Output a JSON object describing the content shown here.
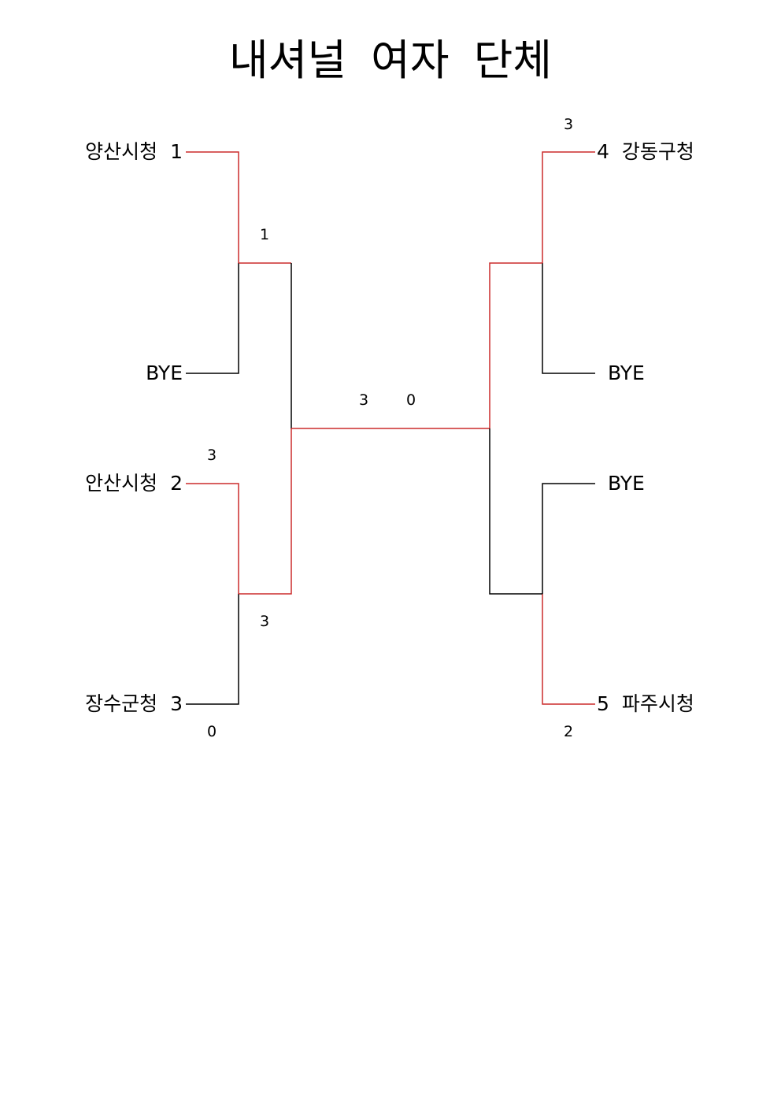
{
  "title": "내셔널 여자 단체",
  "colors": {
    "winner": "#cc2b2b",
    "line": "#000000"
  },
  "left": {
    "team1": {
      "name": "양산시청",
      "seed": "1"
    },
    "bye1": "BYE",
    "team2": {
      "name": "안산시청",
      "seed": "2"
    },
    "team3": {
      "name": "장수군청",
      "seed": "3"
    }
  },
  "right": {
    "team4": {
      "name": "강동구청",
      "seed": "4"
    },
    "bye1": "BYE",
    "bye2": "BYE",
    "team5": {
      "name": "파주시청",
      "seed": "5"
    }
  },
  "scores": {
    "l_top_semi": "1",
    "l_m2_win": "3",
    "l_m2_lose": "0",
    "l_bottom_semi": "3",
    "final_left": "3",
    "final_right": "0",
    "r_top": "3",
    "r_bottom": "2"
  }
}
